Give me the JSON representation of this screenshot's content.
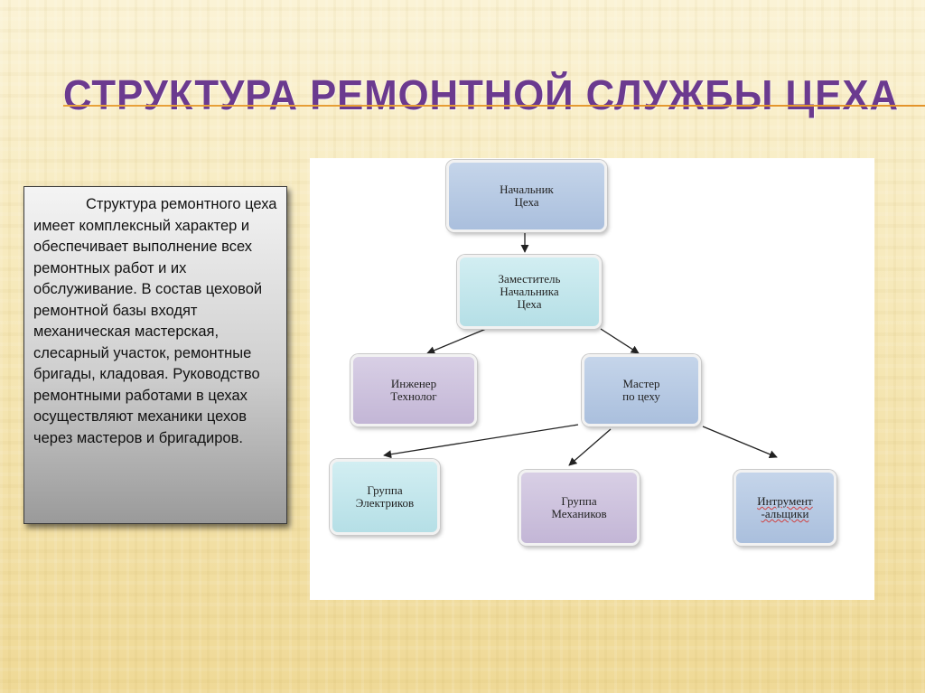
{
  "slide": {
    "title": "СТРУКТУРА РЕМОНТНОЙ СЛУЖБЫ ЦЕХА",
    "description": "Структура ремонтного цеха имеет комплексный характер и обеспечивает выполнение всех ремонтных работ и их обслуживание. В состав цеховой ремонтной базы входят механическая мастерская, слесарный участок, ремонтные бригады, кладовая. Руководство ремонтными работами в цехах осуществляют механики цехов через мастеров и бригадиров."
  },
  "diagram": {
    "nodes": {
      "head": "Начальник\nЦеха",
      "deputy": "Заместитель\nНачальника\nЦеха",
      "engineer": "Инженер\nТехнолог",
      "master": "Мастер\nпо цеху",
      "electricians": "Группа\nЭлектриков",
      "mechanics": "Группа\nМехаников",
      "instrument": "Интрумент\n-альщики"
    },
    "edges": [
      [
        "head",
        "deputy"
      ],
      [
        "deputy",
        "engineer"
      ],
      [
        "deputy",
        "master"
      ],
      [
        "master",
        "electricians"
      ],
      [
        "master",
        "mechanics"
      ],
      [
        "master",
        "instrument"
      ]
    ]
  },
  "colors": {
    "title": "#6b3a8f",
    "rule": "#e8a23a",
    "node_blue": "#b7c8e3",
    "node_cyan": "#c3e6ec",
    "node_purple": "#cdc2dd"
  }
}
